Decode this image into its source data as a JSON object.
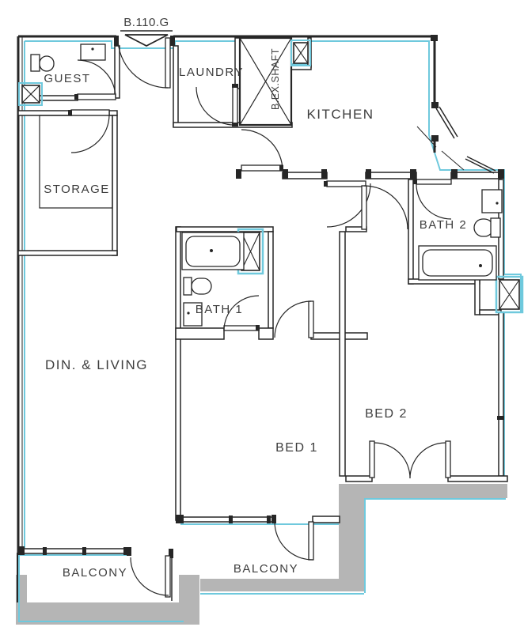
{
  "unit": {
    "label": "B.110.G"
  },
  "colors": {
    "wall": "#262626",
    "accent": "#6fc9dd",
    "parapet": "#b5b5b5",
    "text": "#3d3d3d",
    "background": "#ffffff"
  },
  "rooms": {
    "guest": {
      "label": "GUEST"
    },
    "laundry": {
      "label": "LAUNDRY"
    },
    "shaft": {
      "label": "B.EX.SHAFT"
    },
    "kitchen": {
      "label": "KITCHEN"
    },
    "storage": {
      "label": "STORAGE"
    },
    "bath2": {
      "label": "BATH 2"
    },
    "bath1": {
      "label": "BATH 1"
    },
    "dining": {
      "label": "DIN. & LIVING"
    },
    "bed1": {
      "label": "BED 1"
    },
    "bed2": {
      "label": "BED 2"
    },
    "balcony1": {
      "label": "BALCONY"
    },
    "balcony2": {
      "label": "BALCONY"
    }
  }
}
